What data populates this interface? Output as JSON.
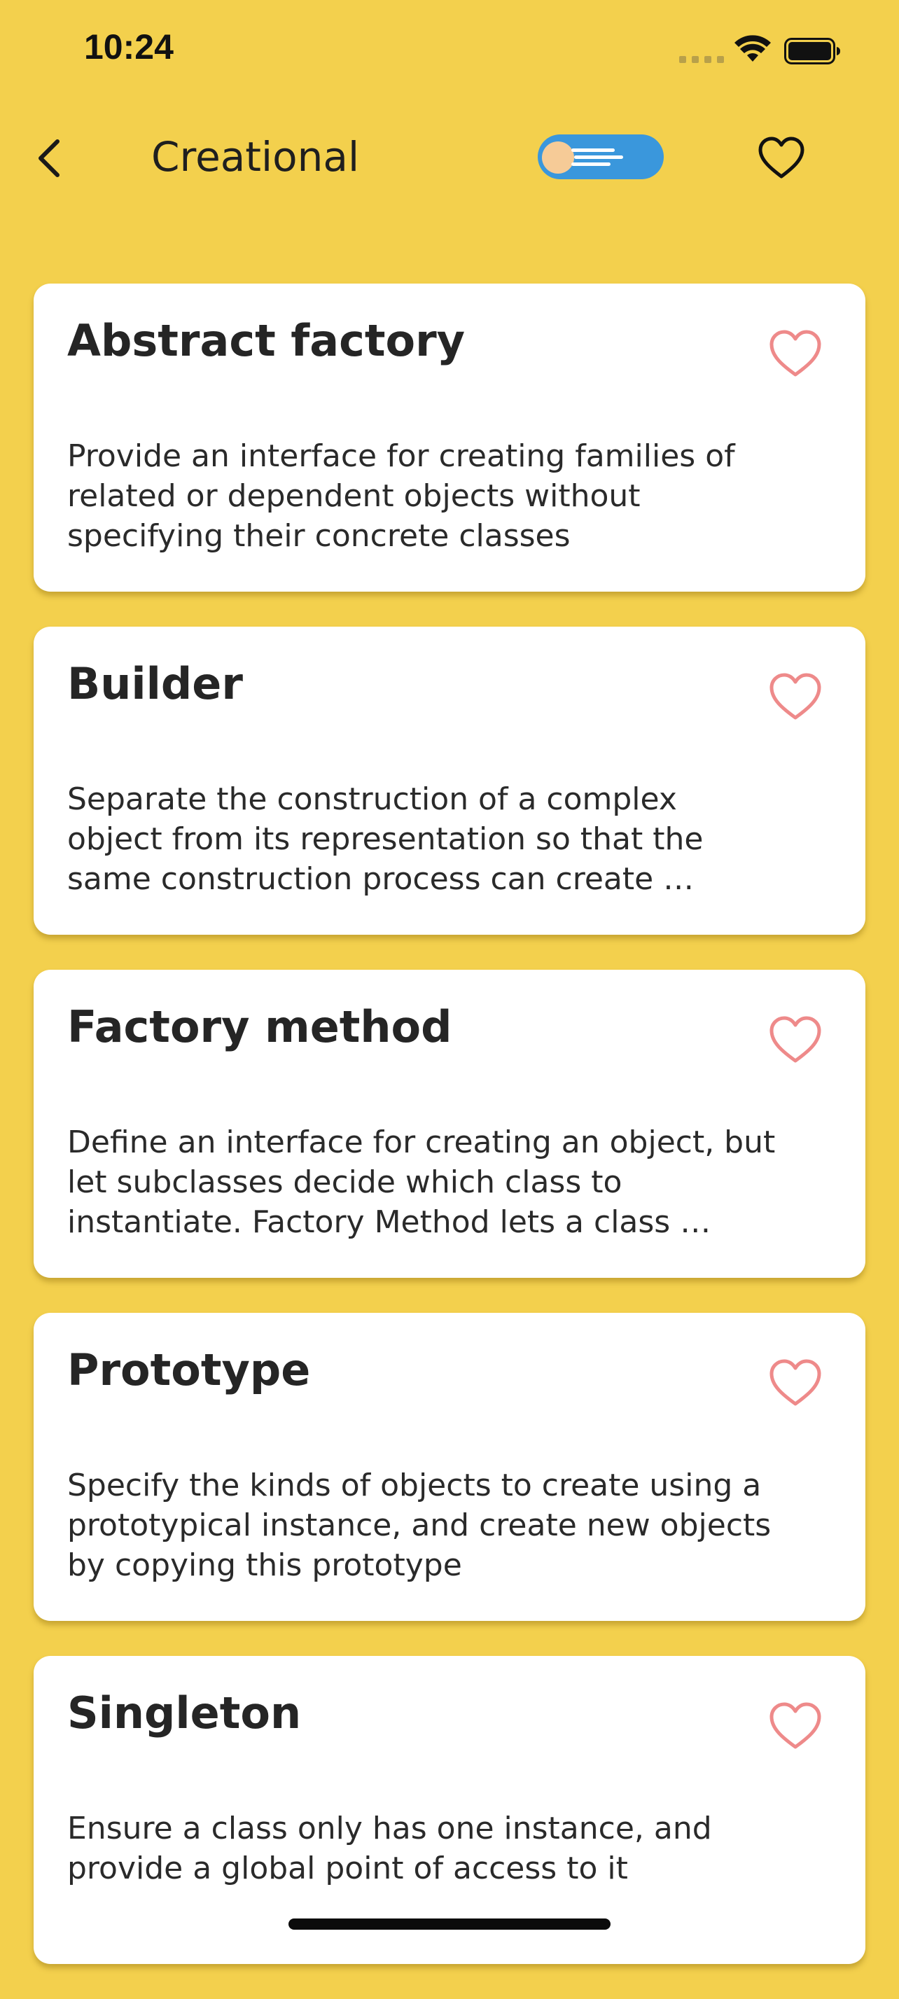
{
  "status_bar": {
    "time": "10:24"
  },
  "nav": {
    "title": "Creational"
  },
  "patterns": [
    {
      "title": "Abstract factory",
      "description": "Provide an interface for creating families of related or dependent objects without specifying their concrete classes"
    },
    {
      "title": "Builder",
      "description": "Separate the construction of a complex object from its representation so that the same construction process can create …"
    },
    {
      "title": "Factory method",
      "description": "Define an interface for creating an object, but let subclasses decide which class to instantiate. Factory Method lets a class …"
    },
    {
      "title": "Prototype",
      "description": "Specify the kinds of objects to create using a prototypical instance, and create new objects by copying this prototype"
    },
    {
      "title": "Singleton",
      "description": "Ensure a class only has one instance, and provide a global point of access to it"
    }
  ],
  "colors": {
    "background": "#F3D04D",
    "toggle_track": "#3A97DC",
    "toggle_knob": "#F6CB97",
    "heart_outline": "#EE8A8A"
  },
  "icons": {
    "back": "chevron-left-icon",
    "nav_favorite": "heart-outline-icon",
    "card_favorite": "heart-outline-icon"
  }
}
